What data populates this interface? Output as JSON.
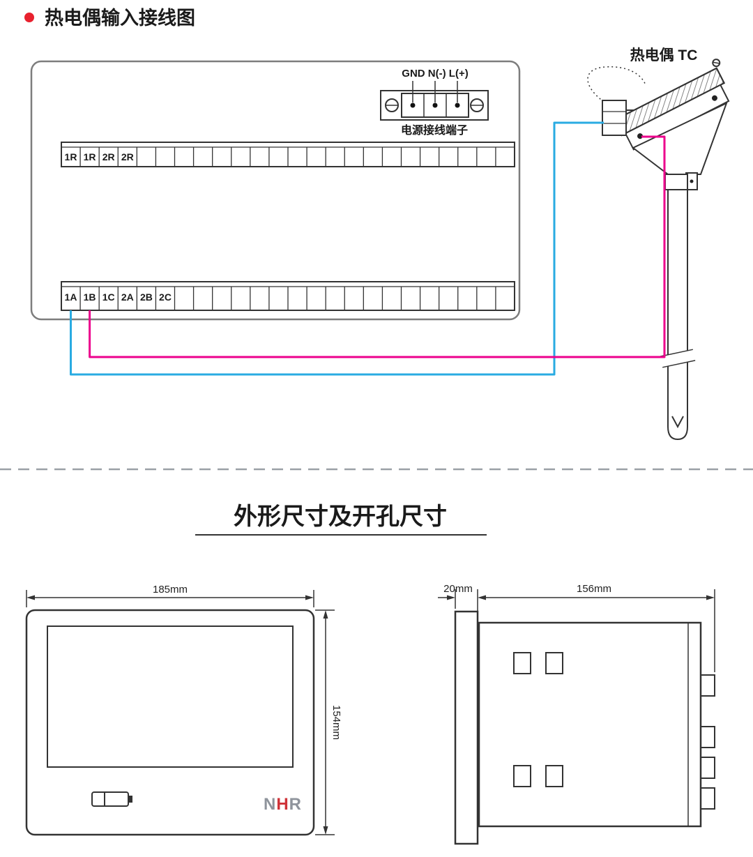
{
  "colors": {
    "wire_blue": "#29abe2",
    "wire_pink": "#ec008c",
    "bullet_red": "#e8212e",
    "logo_red": "#cf3339",
    "logo_gray": "#8f949c"
  },
  "wiring_section": {
    "title": "热电偶输入接线图",
    "power_terminal": {
      "labels": "GND N(-) L(+)",
      "caption": "电源接线端子"
    },
    "upper_terminal_labels": [
      "1R",
      "1R",
      "2R",
      "2R"
    ],
    "lower_terminal_labels": [
      "1A",
      "1B",
      "1C",
      "2A",
      "2B",
      "2C"
    ],
    "sensor": {
      "label": "热电偶 TC"
    }
  },
  "dimension_section": {
    "title": "外形尺寸及开孔尺寸",
    "front_view": {
      "width": "185mm",
      "height": "154mm",
      "logo": {
        "n": "N",
        "h": "H",
        "r": "R"
      }
    },
    "side_view": {
      "panel_thickness": "20mm",
      "depth": "156mm"
    }
  }
}
